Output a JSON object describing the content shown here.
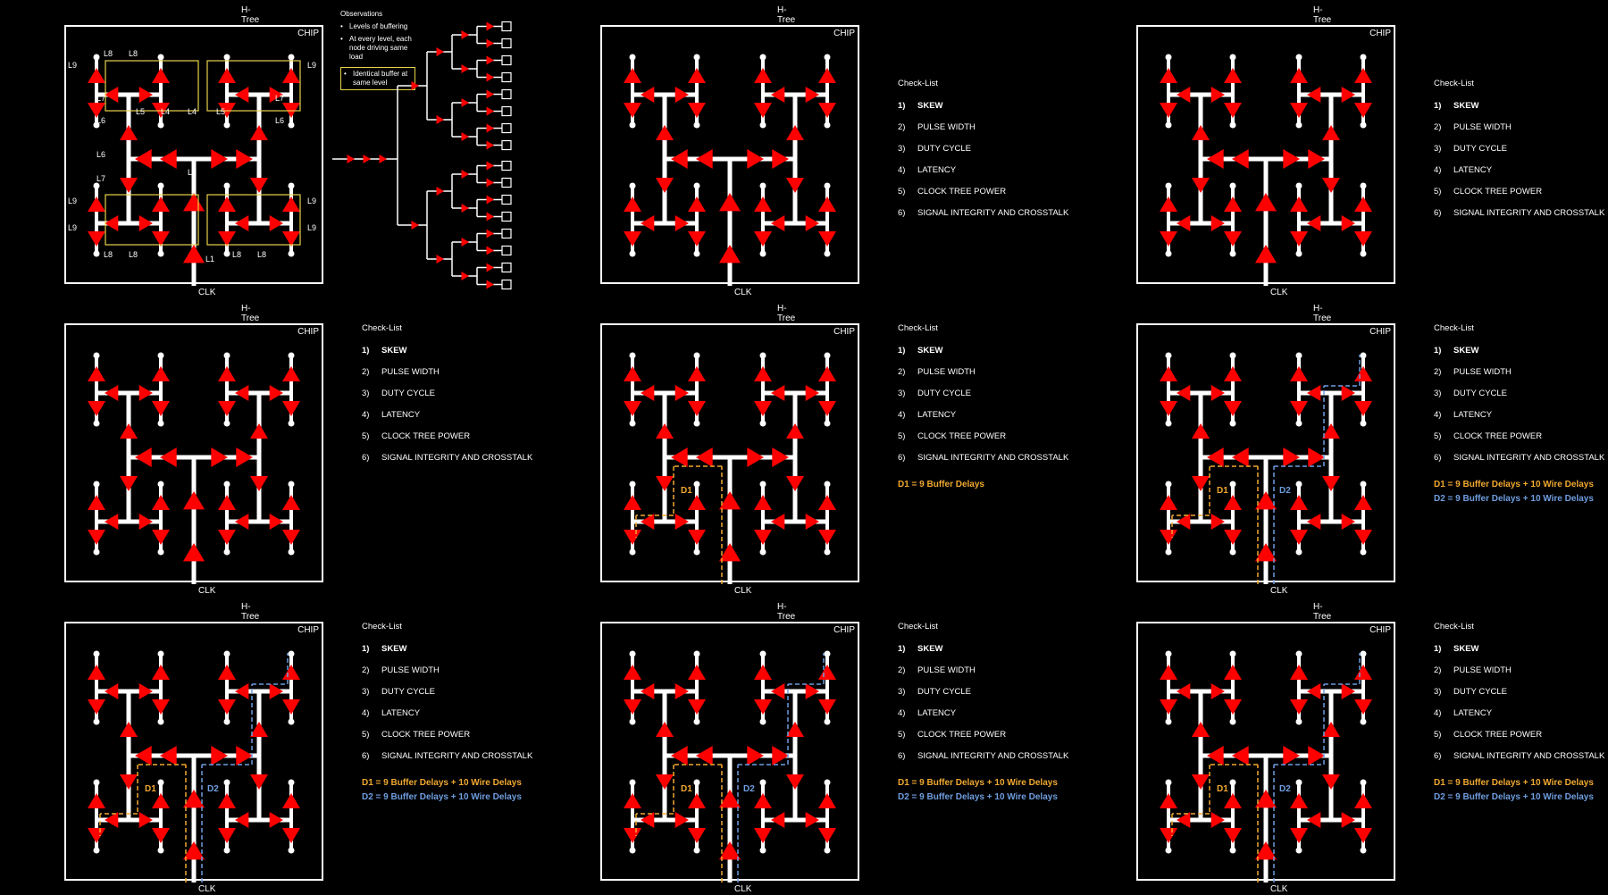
{
  "htree_title": "H-Tree",
  "chip_label": "CHIP",
  "clk_label": "CLK",
  "checklist": {
    "title": "Check-List",
    "items": [
      {
        "num": "1)",
        "label": "SKEW"
      },
      {
        "num": "2)",
        "label": "PULSE WIDTH"
      },
      {
        "num": "3)",
        "label": "DUTY CYCLE"
      },
      {
        "num": "4)",
        "label": "LATENCY"
      },
      {
        "num": "5)",
        "label": "CLOCK TREE POWER"
      },
      {
        "num": "6)",
        "label": "SIGNAL INTEGRITY AND CROSSTALK"
      }
    ]
  },
  "delays": {
    "d1_buffer_only": "D1 = 9 Buffer Delays",
    "d1": "D1 = 9 Buffer Delays + 10 Wire Delays",
    "d2": "D2 = 9 Buffer Delays + 10 Wire Delays"
  },
  "path_labels": {
    "d1": "D1",
    "d2": "D2"
  },
  "observations": {
    "title": "Observations",
    "bullets": [
      "Levels of buffering",
      "At every level, each node driving same load"
    ],
    "highlight": "Identical buffer at same level"
  },
  "level_labels": {
    "l1": "L1",
    "l3": "L3",
    "l4": "L4",
    "l5": "L5",
    "l6": "L6",
    "l7": "L7",
    "l8": "L8",
    "l9": "L9"
  },
  "colors": {
    "buffer": "#ff0000",
    "wire": "#ffffff",
    "d1_path": "#f0a830",
    "d2_path": "#6f9ee0",
    "level_box": "#e8d24a",
    "background": "#000000"
  }
}
